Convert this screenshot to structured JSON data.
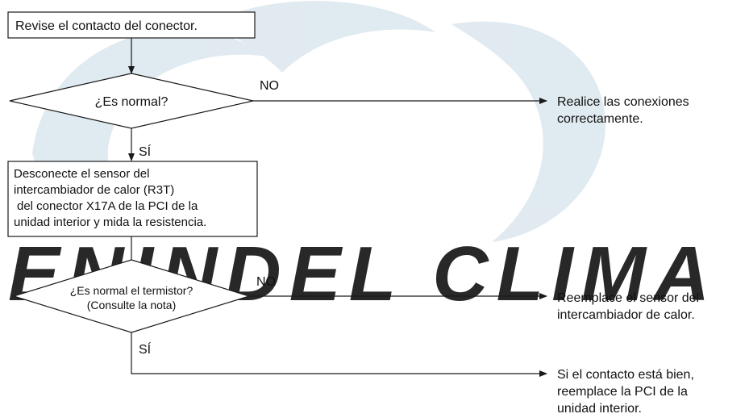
{
  "watermark": {
    "text": "ENINDEL CLIMA",
    "color": "#dde8ef"
  },
  "flowchart": {
    "start_box": {
      "text": "Revise el contacto del conector."
    },
    "decision_1": {
      "text": "¿Es normal?"
    },
    "decision_1_no_label": "NO",
    "decision_1_yes_label": "SÍ",
    "result_1": {
      "lines": [
        "Realice las conexiones",
        "correctamente."
      ]
    },
    "action_box": {
      "lines": [
        "Desconecte el sensor del",
        "intercambiador de calor (R3T)",
        "del conector X17A de la PCI de la",
        "unidad interior y mida la resistencia."
      ]
    },
    "decision_2": {
      "lines": [
        "¿Es normal el termistor?",
        "(Consulte la nota)"
      ]
    },
    "decision_2_no_label": "NO",
    "decision_2_yes_label": "SÍ",
    "result_2": {
      "lines": [
        "Reemplace el sensor del",
        "intercambiador de calor."
      ]
    },
    "result_3": {
      "lines": [
        "Si el contacto está bien,",
        "reemplace la PCI de la",
        "unidad interior."
      ]
    }
  },
  "colors": {
    "line": "#1a1a1a",
    "text": "#111111",
    "watermark": "#dde8ef"
  }
}
